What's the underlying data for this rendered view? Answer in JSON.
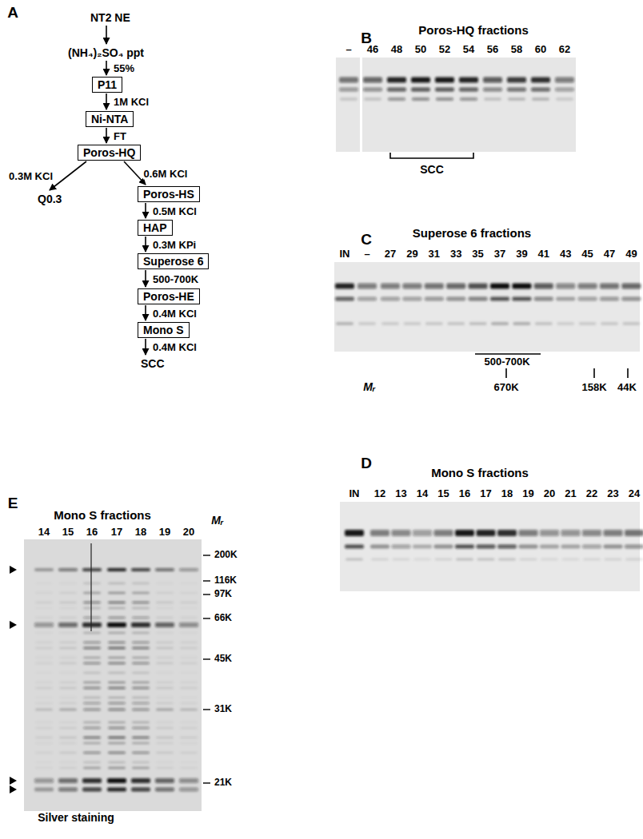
{
  "diagram": {
    "nodes": [
      {
        "text": [
          "NT2 NE"
        ]
      },
      {
        "text": [
          "(NH₄)₂SO₄ ppt"
        ]
      },
      {
        "text": [
          "P11"
        ]
      },
      {
        "text": [
          "Ni-NTA"
        ]
      },
      {
        "text": [
          "Poros-HQ"
        ]
      },
      {
        "text": [
          "Q0.3"
        ]
      },
      {
        "text": [
          "Poros-HS"
        ]
      },
      {
        "text": [
          "HAP"
        ]
      },
      {
        "text": [
          "Superose 6"
        ]
      },
      {
        "text": [
          "Poros-HE"
        ]
      },
      {
        "text": [
          "Mono S"
        ]
      },
      {
        "text": [
          "SCC"
        ]
      }
    ],
    "edges": [
      {
        "from": 0,
        "to": 1,
        "arrow": "to"
      },
      {
        "from": 1,
        "to": 2,
        "arrow": "to",
        "label": "55%"
      },
      {
        "from": 2,
        "to": 3,
        "arrow": "to",
        "label": "1M KCl"
      },
      {
        "from": 3,
        "to": 4,
        "arrow": "to",
        "label": "FT"
      },
      {
        "from": 4,
        "to": 5,
        "arrow": "to",
        "label": "0.3M KCl"
      },
      {
        "from": 4,
        "to": 6,
        "arrow": "to",
        "label": "0.6M KCl"
      },
      {
        "from": 6,
        "to": 7,
        "arrow": "to",
        "label": "0.5M KCl"
      },
      {
        "from": 7,
        "to": 8,
        "arrow": "to",
        "label": "0.3M KPi"
      },
      {
        "from": 8,
        "to": 9,
        "arrow": "to",
        "label": "500-700K"
      },
      {
        "from": 9,
        "to": 10,
        "arrow": "to",
        "label": "0.4M KCl"
      },
      {
        "from": 10,
        "to": 11,
        "arrow": "to",
        "label": "0.4M KCl"
      }
    ],
    "labels": [
      "A",
      "B",
      "Poros-HQ fractions",
      "–",
      "46",
      "48",
      "50",
      "52",
      "54",
      "56",
      "58",
      "60",
      "62",
      "SCC",
      "C",
      "Superose 6 fractions",
      "IN",
      "–",
      "27",
      "29",
      "31",
      "33",
      "35",
      "37",
      "39",
      "41",
      "43",
      "45",
      "47",
      "49",
      "500-700K",
      "670K",
      "158K",
      "44K",
      "Mᵣ",
      "D",
      "Mono S fractions",
      "IN",
      "12",
      "13",
      "14",
      "15",
      "16",
      "17",
      "18",
      "19",
      "20",
      "21",
      "22",
      "23",
      "24",
      "E",
      "Mono S fractions",
      "14",
      "15",
      "16",
      "17",
      "18",
      "19",
      "20",
      "Mᵣ",
      "200K",
      "116K",
      "97K",
      "66K",
      "45K",
      "31K",
      "21K",
      "Silver staining"
    ]
  }
}
